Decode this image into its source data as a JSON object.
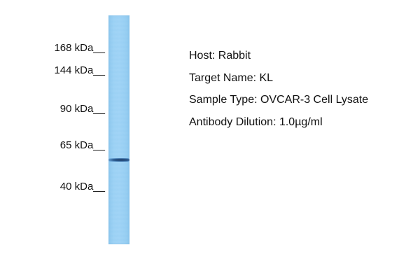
{
  "markers": [
    {
      "label": "168 kDa__",
      "kda": 168
    },
    {
      "label": "144 kDa__",
      "kda": 144
    },
    {
      "label": "90 kDa__",
      "kda": 90
    },
    {
      "label": "65 kDa__",
      "kda": 65
    },
    {
      "label": "40 kDa__",
      "kda": 40
    }
  ],
  "band": {
    "approx_kda": 58
  },
  "info": {
    "host": "Host: Rabbit",
    "target": "Target Name: KL",
    "sample": "Sample Type: OVCAR-3 Cell Lysate",
    "dilution": "Antibody Dilution: 1.0µg/ml"
  },
  "colors": {
    "lane": "#9fd3f5",
    "band": "#1f3d66",
    "text": "#111111"
  }
}
